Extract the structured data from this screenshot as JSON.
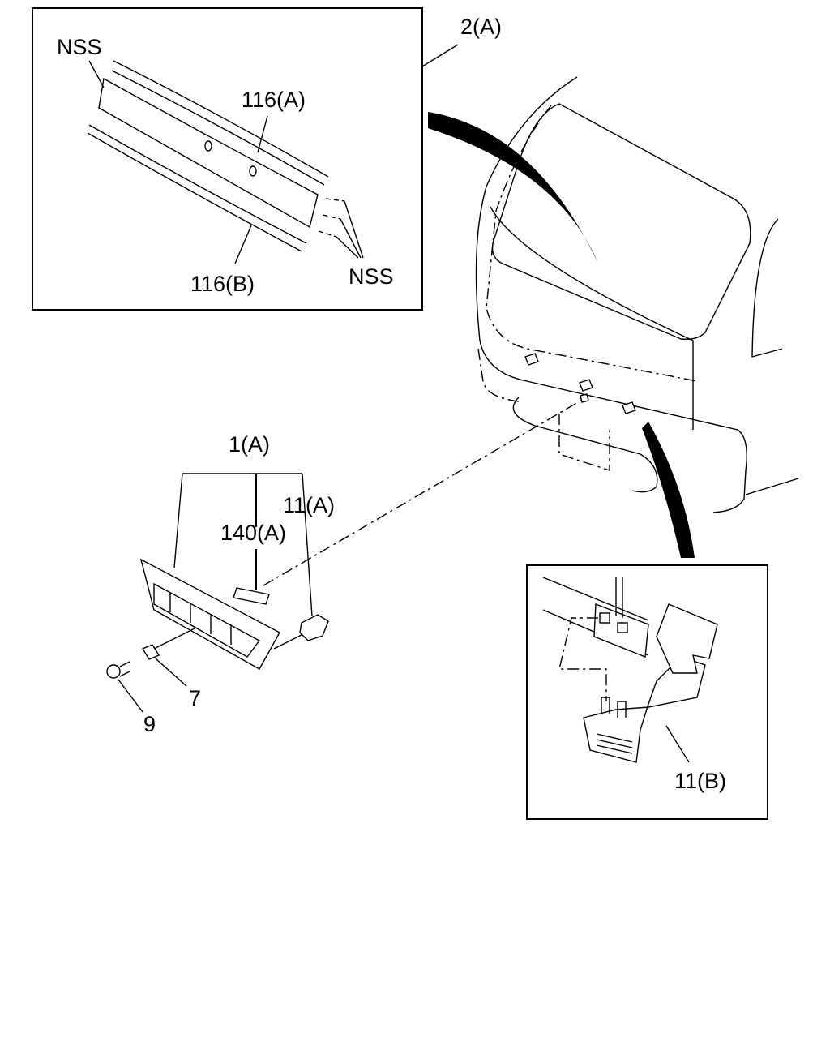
{
  "labels": {
    "nss_top": "NSS",
    "nss_right": "NSS",
    "p116a": "116(A)",
    "p116b": "116(B)",
    "p2a": "2(A)",
    "p1a": "1(A)",
    "p11a": "11(A)",
    "p140a": "140(A)",
    "p7": "7",
    "p9": "9",
    "p11b": "11(B)"
  }
}
